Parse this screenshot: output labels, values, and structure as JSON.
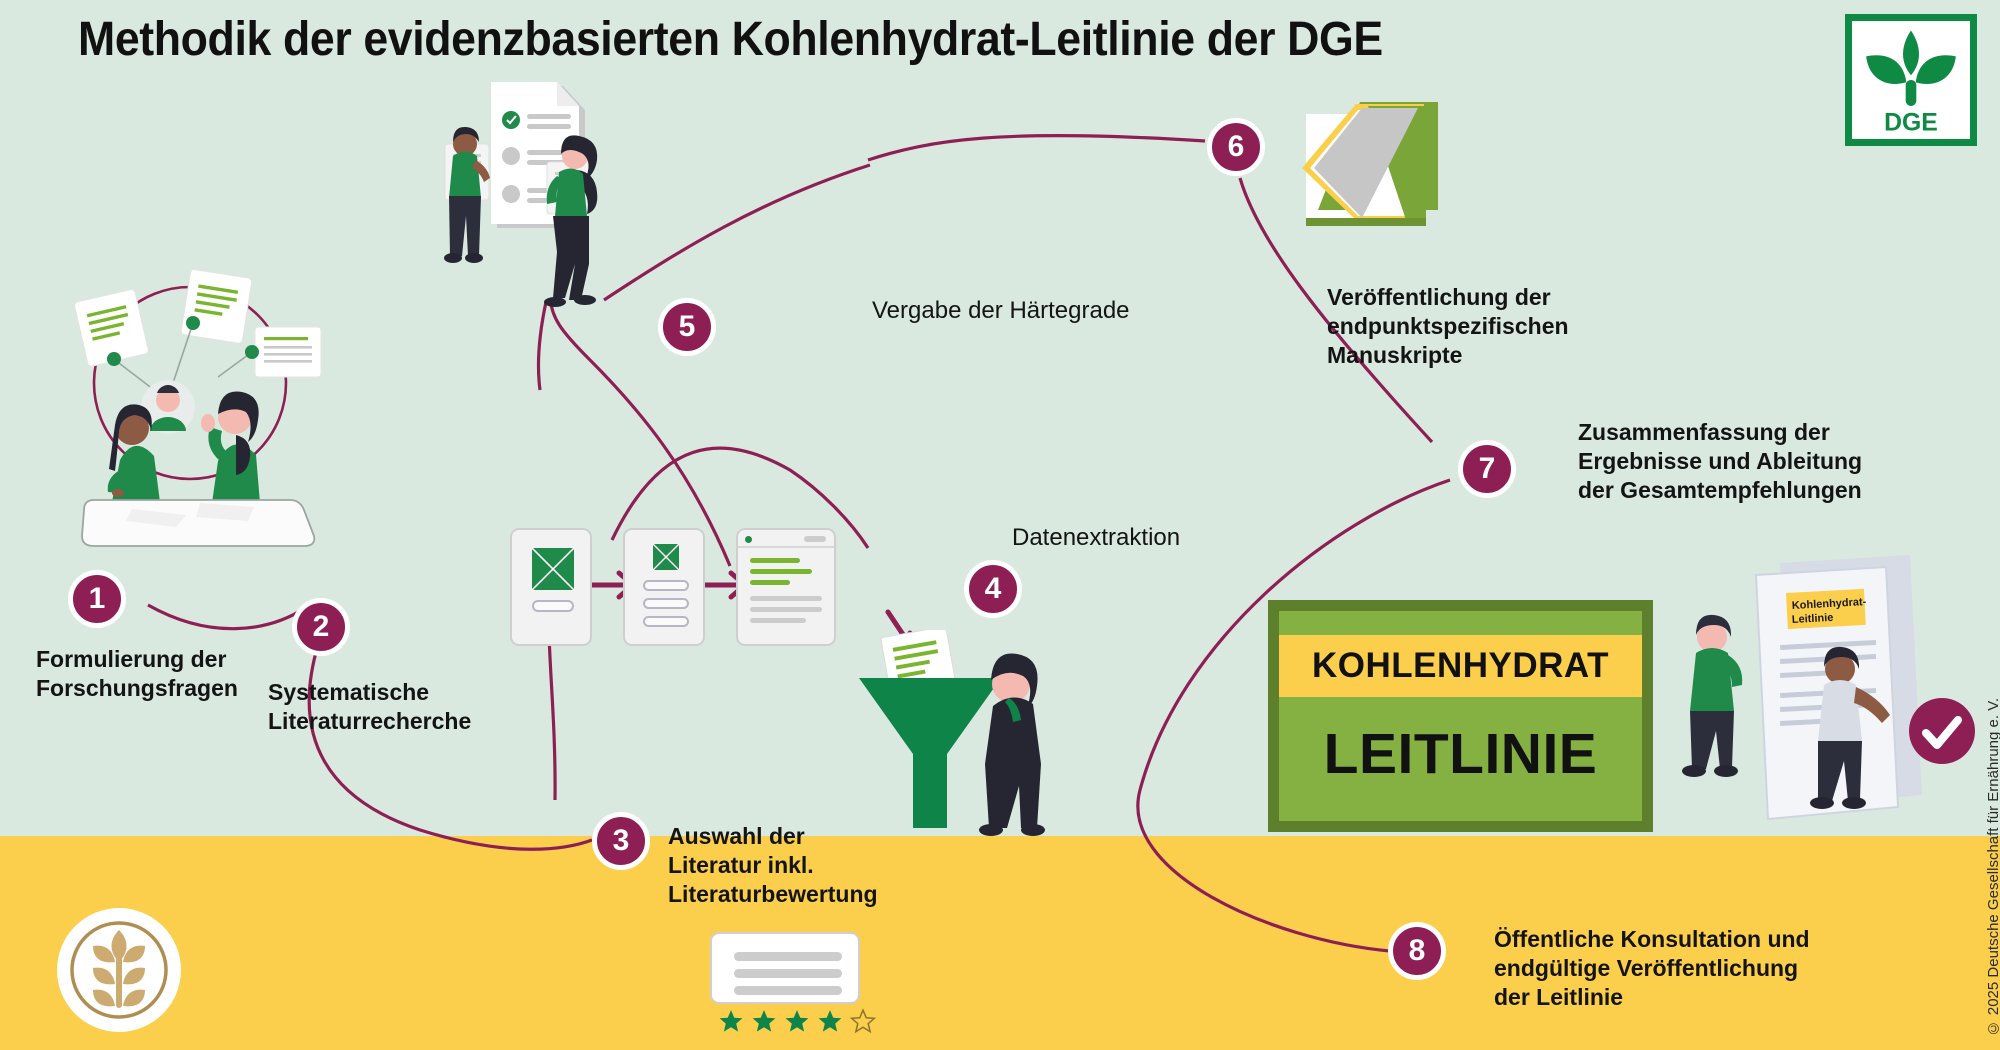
{
  "header": {
    "title": "Methodik der evidenzbasierten Kohlenhydrat-Leitlinie der DGE",
    "logo_text": "DGE",
    "logo_name": "dge-logo"
  },
  "colors": {
    "background_top": "#d9e9df",
    "background_bottom": "#fbcf4b",
    "accent_maroon": "#8e1f55",
    "green": "#0e8a45",
    "sign_green": "#84b141",
    "sign_border": "#5e7f2c",
    "yellow": "#fbcf4b",
    "text": "#141414"
  },
  "steps": [
    {
      "number": "1",
      "label": "Formulierung der\nForschungsfragen",
      "bold": true
    },
    {
      "number": "2",
      "label": "Systematische\nLiteraturrecherche",
      "bold": true
    },
    {
      "number": "3",
      "label": "Auswahl der\nLiteratur inkl.\nLiteraturbewertung",
      "bold": true
    },
    {
      "number": "4",
      "label": "Datenextraktion",
      "bold": false
    },
    {
      "number": "5",
      "label": "Vergabe der Härtegrade",
      "bold": false
    },
    {
      "number": "6",
      "label": "Veröffentlichung der\nendpunktspezifischen\nManuskripte",
      "bold": true
    },
    {
      "number": "7",
      "label": "Zusammenfassung der\nErgebnisse und Ableitung\nder Gesamtempfehlungen",
      "bold": true
    },
    {
      "number": "8",
      "label": "Öffentliche Konsultation und\nendgültige Veröffentlichung\nder Leitlinie",
      "bold": true
    }
  ],
  "sign": {
    "line1": "KOHLENHYDRAT",
    "line2": "LEITLINIE"
  },
  "document_mockup": {
    "title_line1": "Kohlenhydrat-",
    "title_line2": "Leitlinie"
  },
  "rating": {
    "filled": 4,
    "total": 5
  },
  "footer": {
    "copyright": "© 2025 Deutsche Gesellschaft für Ernährung e. V."
  },
  "icons": {
    "grain": "grain-icon",
    "check_badge": "check-badge-icon",
    "book": "book-icon",
    "funnel": "funnel-icon",
    "star": "star-icon"
  }
}
